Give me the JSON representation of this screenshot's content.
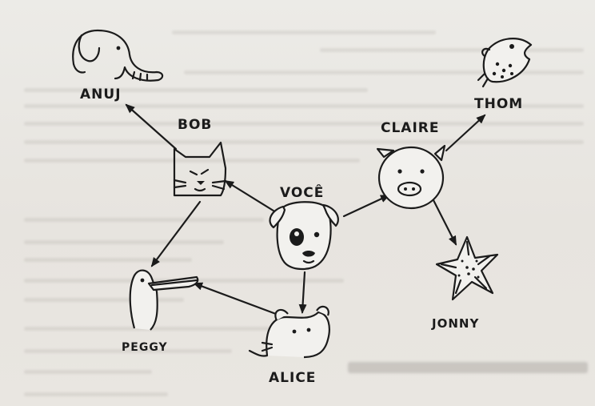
{
  "diagram": {
    "nodes": {
      "voce": "VOCÊ",
      "bob": "BOB",
      "anuj": "ANUJ",
      "claire": "CLAIRE",
      "thom": "THOM",
      "jonny": "JONNY",
      "alice": "ALICE",
      "peggy": "PEGGY"
    },
    "background_text": "ando o algoritmo"
  },
  "colors": {
    "ink": "#1b1b1b",
    "paper": "#e9e6e1"
  },
  "icons": {
    "voce": "dog-icon",
    "bob": "cat-icon",
    "anuj": "elephant-icon",
    "claire": "pig-icon",
    "thom": "fish-icon",
    "jonny": "starfish-icon",
    "alice": "mouse-icon",
    "peggy": "duck-icon"
  }
}
